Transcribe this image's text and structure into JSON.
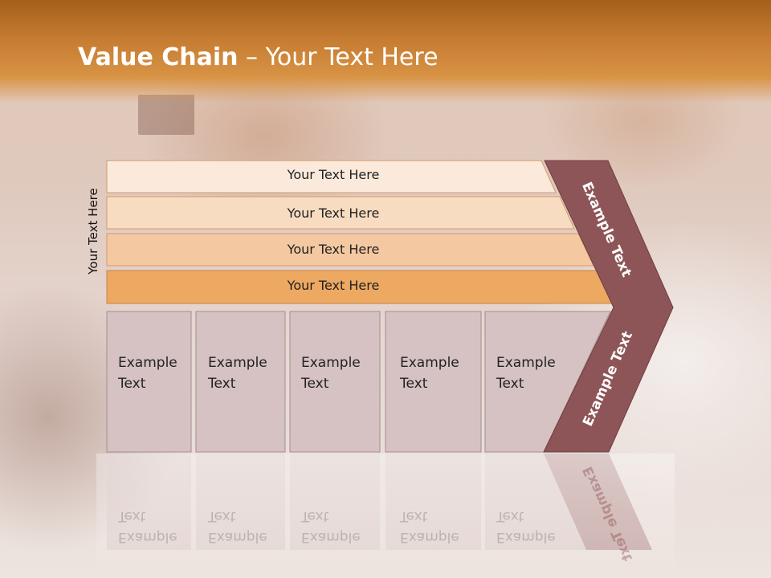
{
  "title": {
    "bold": "Value Chain",
    "rest": " – Your Text Here"
  },
  "vertical_label": "Your Text Here",
  "rows": [
    "Your Text Here",
    "Your Text Here",
    "Your Text Here",
    "Your Text Here"
  ],
  "boxes": [
    {
      "line1": "Example",
      "line2": "Text"
    },
    {
      "line1": "Example",
      "line2": "Text"
    },
    {
      "line1": "Example",
      "line2": "Text"
    },
    {
      "line1": "Example",
      "line2": "Text"
    },
    {
      "line1": "Example",
      "line2": "Text"
    }
  ],
  "chevron_top": "Example Text",
  "chevron_bottom": "Example Text",
  "colors": {
    "title_band": "#c77d32",
    "row_fills": [
      "#fbeadb",
      "#f8dcc1",
      "#f4c8a0",
      "#eda862"
    ],
    "box_fill": "#d6c2c3",
    "chevron_fill": "#8e5558"
  }
}
